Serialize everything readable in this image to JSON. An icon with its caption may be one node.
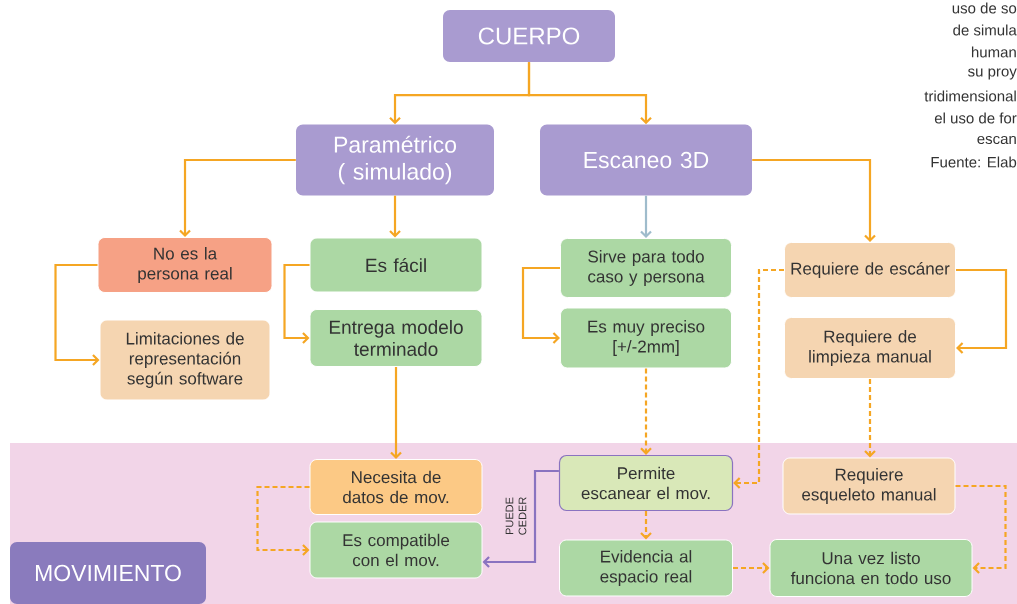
{
  "diagram": {
    "nodes": [
      {
        "text": [
          "CUERPO"
        ]
      },
      {
        "text": [
          "Paramétrico ( simulado)"
        ]
      },
      {
        "text": [
          "Escaneo 3D"
        ]
      },
      {
        "text": [
          "No es la persona real"
        ]
      },
      {
        "text": [
          "Limitaciones de representación según software"
        ]
      },
      {
        "text": [
          "Es fácil"
        ]
      },
      {
        "text": [
          "Entrega modelo terminado"
        ]
      },
      {
        "text": [
          "Sirve para todo caso y persona"
        ]
      },
      {
        "text": [
          "Es muy preciso [+/-2mm]"
        ]
      },
      {
        "text": [
          "Requiere de escáner"
        ]
      },
      {
        "text": [
          "Requiere de limpieza manual"
        ]
      },
      {
        "text": [
          "MOVIMIENTO"
        ]
      },
      {
        "text": [
          "Necesita de datos de mov."
        ]
      },
      {
        "text": [
          "Es compatible con el mov."
        ]
      },
      {
        "text": [
          "Permite escanear el mov."
        ]
      },
      {
        "text": [
          "Evidencia al espacio real"
        ]
      },
      {
        "text": [
          "Requiere esqueleto manual"
        ]
      },
      {
        "text": [
          "Una vez listo funciona en todo uso"
        ]
      }
    ],
    "edges": [
      {
        "from": 0,
        "to": 1,
        "arrow": "to"
      },
      {
        "from": 0,
        "to": 2,
        "arrow": "to"
      },
      {
        "from": 1,
        "to": 3,
        "arrow": "to"
      },
      {
        "from": 1,
        "to": 5,
        "arrow": "to"
      },
      {
        "from": 2,
        "to": 7,
        "arrow": "to",
        "color": "#9fbccc"
      },
      {
        "from": 2,
        "to": 9,
        "arrow": "to"
      },
      {
        "from": 3,
        "to": 4,
        "arrow": "to"
      },
      {
        "from": 5,
        "to": 6,
        "arrow": "to"
      },
      {
        "from": 7,
        "to": 8,
        "arrow": "to"
      },
      {
        "from": 9,
        "to": 10,
        "arrow": "to"
      },
      {
        "from": 6,
        "to": 12,
        "arrow": "to"
      },
      {
        "from": 8,
        "to": 14,
        "arrow": "to",
        "style": "dashed"
      },
      {
        "from": 9,
        "to": 14,
        "arrow": "to",
        "style": "dashed"
      },
      {
        "from": 10,
        "to": 16,
        "arrow": "to",
        "style": "dashed"
      },
      {
        "from": 12,
        "to": 13,
        "arrow": "to",
        "style": "dashed"
      },
      {
        "from": 14,
        "to": 13,
        "arrow": "to",
        "color": "#8a73c0",
        "label": "PUEDE CEDER"
      },
      {
        "from": 14,
        "to": 15,
        "arrow": "to",
        "style": "dashed"
      },
      {
        "from": 15,
        "to": 17,
        "arrow": "to",
        "style": "dashed"
      },
      {
        "from": 16,
        "to": 17,
        "arrow": "to",
        "style": "dashed"
      }
    ],
    "labels": [
      "uso de so",
      "de simula",
      "human",
      "su proy",
      "tridimensional",
      "el uso de for",
      "escan",
      "Fuente: Elab"
    ]
  }
}
